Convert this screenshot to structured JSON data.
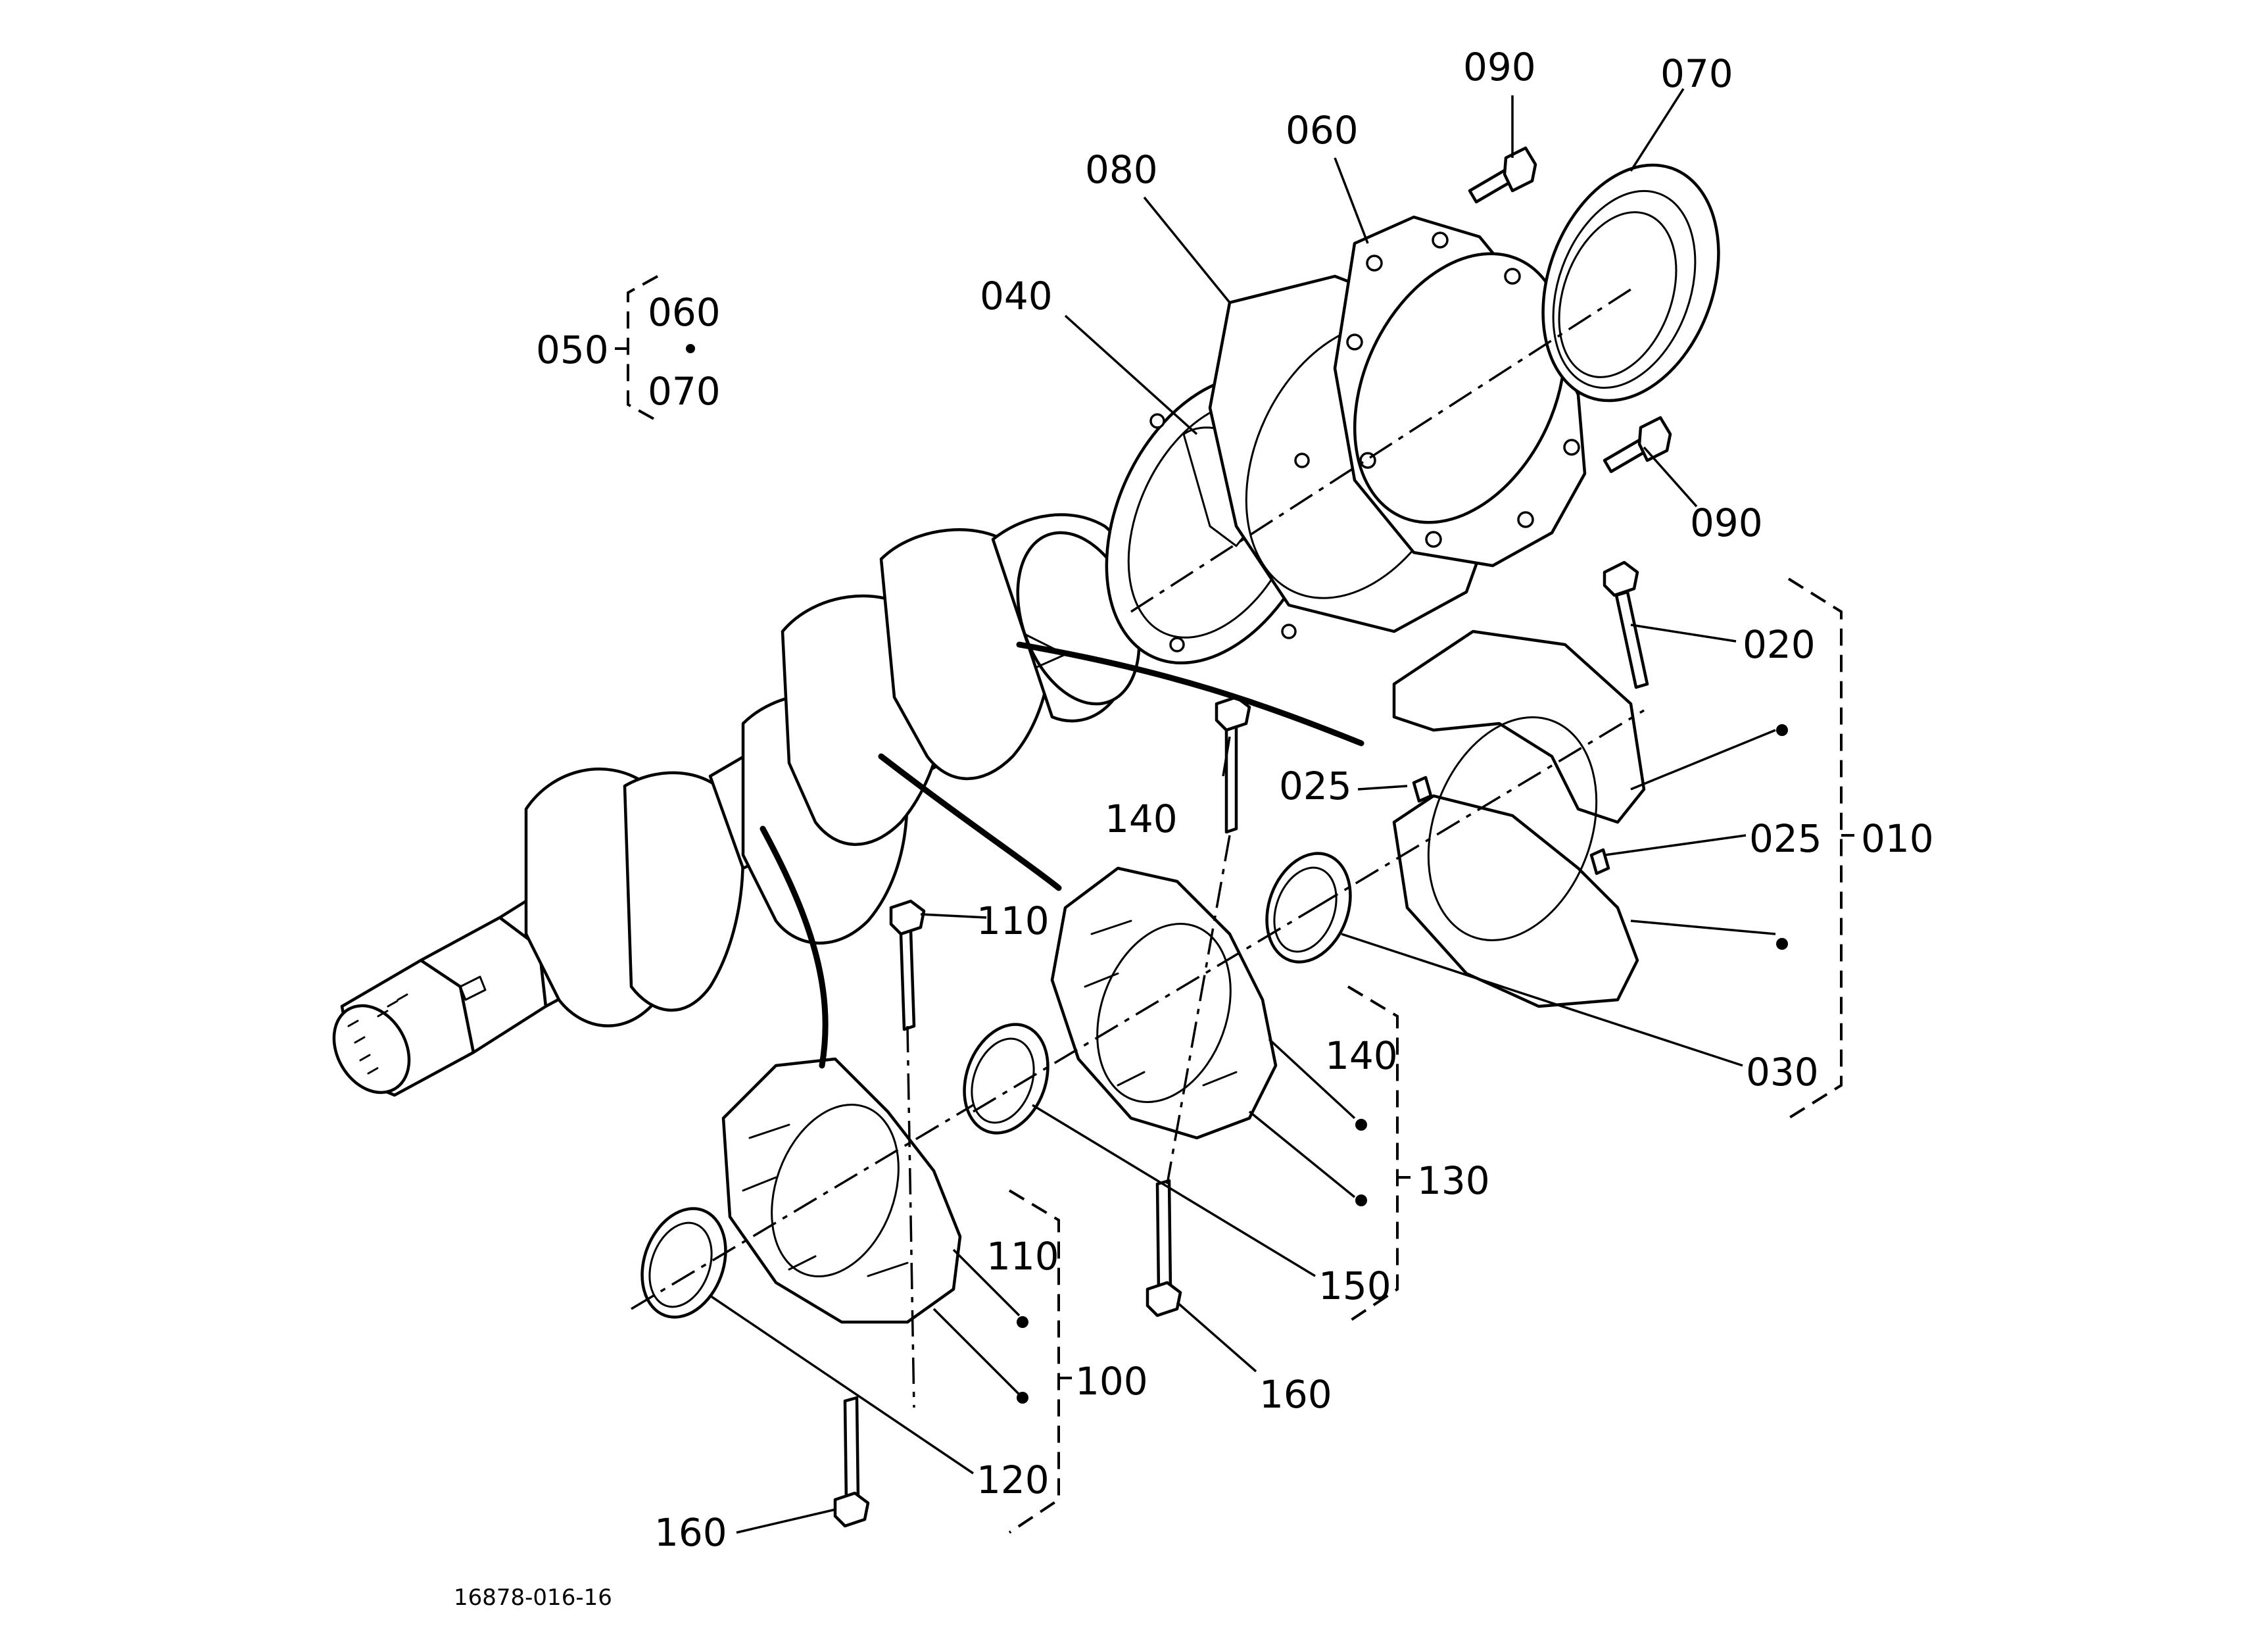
{
  "drawing": {
    "reference_code": "16878-016-16"
  },
  "callouts": {
    "c010": "010",
    "c020": "020",
    "c025_a": "025",
    "c025_b": "025",
    "c030": "030",
    "c040": "040",
    "c050": "050",
    "c050_sub_060": "060",
    "c050_sub_070": "070",
    "c060": "060",
    "c070": "070",
    "c080": "080",
    "c090_top": "090",
    "c090_bottom": "090",
    "c100": "100",
    "c110_bolt": "110",
    "c110_group": "110",
    "c120": "120",
    "c130": "130",
    "c140_bolt": "140",
    "c140_group": "140",
    "c150": "150",
    "c160_left": "160",
    "c160_right": "160"
  },
  "colors": {
    "ink": "#000000",
    "paper": "#ffffff"
  }
}
